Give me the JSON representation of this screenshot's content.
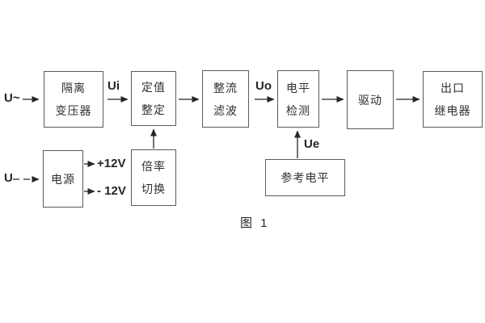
{
  "diagram": {
    "caption": "图 1",
    "signals": {
      "ac_input": "U~",
      "dc_input": "U",
      "ui": "Ui",
      "uo": "Uo",
      "ue": "Ue",
      "plus12": "+12V",
      "minus12": "- 12V"
    },
    "blocks": {
      "isolation_transformer": {
        "line1": "隔离",
        "line2": "变压器"
      },
      "setting_adjust": {
        "line1": "定值",
        "line2": "整定"
      },
      "rectify_filter": {
        "line1": "整流",
        "line2": "滤波"
      },
      "level_detect": {
        "line1": "电平",
        "line2": "检测"
      },
      "drive": {
        "label": "驱动"
      },
      "output_relay": {
        "line1": "出口",
        "line2": "继电器"
      },
      "power_supply": {
        "label": "电源"
      },
      "ratio_switch": {
        "line1": "倍率",
        "line2": "切换"
      },
      "reference_level": {
        "label": "参考电平"
      }
    },
    "colors": {
      "background": "#ffffff",
      "box_border": "#5a5a5a",
      "text": "#2f2f2f",
      "line": "#262626"
    }
  }
}
